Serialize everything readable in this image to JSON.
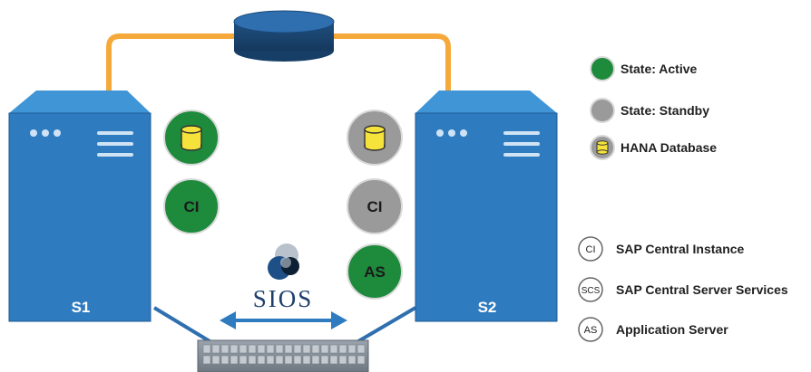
{
  "colors": {
    "server_body": "#2f7bbf",
    "server_top": "#3f95d6",
    "server_edge": "#1f5a94",
    "active": "#1e8a3c",
    "standby": "#9a9a9a",
    "link": "#f4a93a",
    "network": "#2f6fb0",
    "db_yellow": "#f5e23a"
  },
  "servers": [
    {
      "id": "s1",
      "label": "S1"
    },
    {
      "id": "s2",
      "label": "S2"
    }
  ],
  "nodes": {
    "s1_db": {
      "state": "active",
      "content": "database-icon"
    },
    "s1_ci": {
      "state": "active",
      "text": "CI"
    },
    "s2_db": {
      "state": "standby",
      "content": "database-icon"
    },
    "s2_ci": {
      "state": "standby",
      "text": "CI"
    },
    "s2_as": {
      "state": "active",
      "text": "AS"
    }
  },
  "logo": {
    "text": "SIOS"
  },
  "legend": {
    "active": "State: Active",
    "standby": "State: Standby",
    "hana": "HANA Database"
  },
  "abbr_legend": [
    {
      "abbr": "CI",
      "label": "SAP Central Instance"
    },
    {
      "abbr": "SCS",
      "label": "SAP Central Server Services"
    },
    {
      "abbr": "AS",
      "label": "Application Server"
    }
  ]
}
